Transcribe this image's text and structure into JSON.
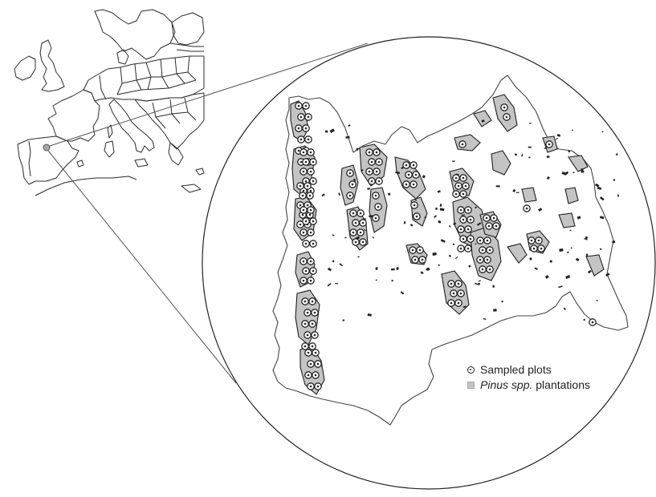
{
  "legend": {
    "sampled_plots_label": "Sampled plots",
    "plantations_genus_label": "Pinus spp.",
    "plantations_suffix_label": " plantations"
  },
  "colors": {
    "outline": "#2a2a2a",
    "plantation_fill": "#c4c4c4",
    "plot_marker": "#222222",
    "background": "#ffffff"
  },
  "icons": {
    "sampled_plot": "circled-dot-icon",
    "plantation": "gray-square-icon"
  }
}
